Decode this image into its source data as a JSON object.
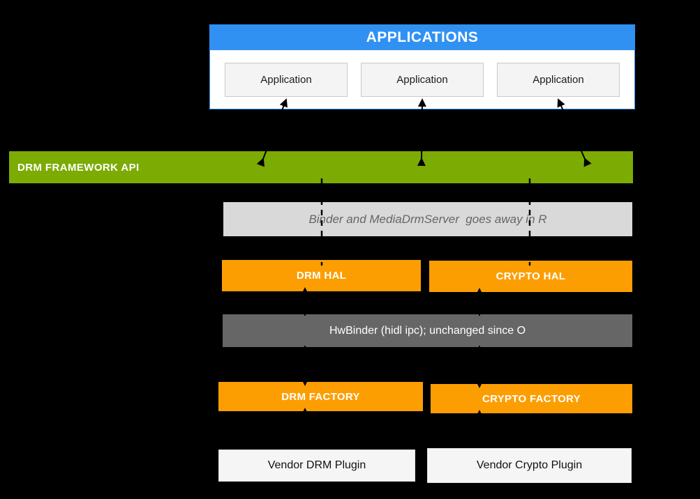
{
  "colors": {
    "background": "#000000",
    "blue_header": "#3191f3",
    "green_bar": "#7cab03",
    "orange_box": "#fc9e02",
    "dark_gray_bar": "#666666",
    "light_gray_bar": "#d9d9d9",
    "plugin_box_bg": "#f5f5f5",
    "note_text": "#666666",
    "arrow": "#000000"
  },
  "applications": {
    "header": "APPLICATIONS",
    "items": [
      {
        "label": "Application"
      },
      {
        "label": "Application"
      },
      {
        "label": "Application"
      }
    ]
  },
  "framework": {
    "label": "DRM FRAMEWORK API"
  },
  "binder_note": {
    "label": "Binder and MediaDrmServer  goes away in R"
  },
  "hal": {
    "drm": "DRM HAL",
    "crypto": "CRYPTO HAL"
  },
  "hwbinder": {
    "label": "HwBinder (hidl ipc); unchanged since O"
  },
  "factory": {
    "drm": "DRM FACTORY",
    "crypto": "CRYPTO FACTORY"
  },
  "vendor": {
    "drm": "Vendor DRM Plugin",
    "crypto": "Vendor Crypto Plugin"
  }
}
